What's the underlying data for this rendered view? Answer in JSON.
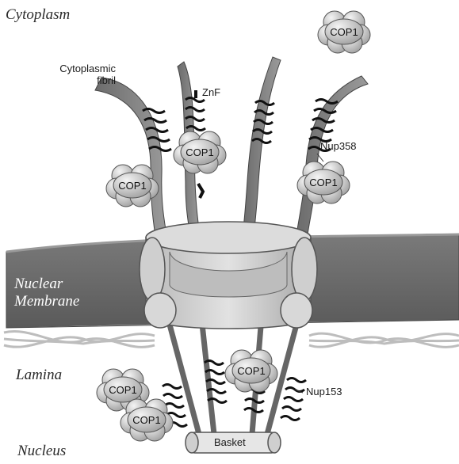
{
  "regions": {
    "cytoplasm": "Cytoplasm",
    "nuclear_membrane_line1": "Nuclear",
    "nuclear_membrane_line2": "Membrane",
    "lamina": "Lamina",
    "nucleus": "Nucleus"
  },
  "labels": {
    "cytoplasmic_fibril_line1": "Cytoplasmic",
    "cytoplasmic_fibril_line2": "fibril",
    "znf": "ZnF",
    "nup358": "Nup358",
    "nup153": "Nup153",
    "basket": "Basket"
  },
  "protein_label": "COP1"
}
